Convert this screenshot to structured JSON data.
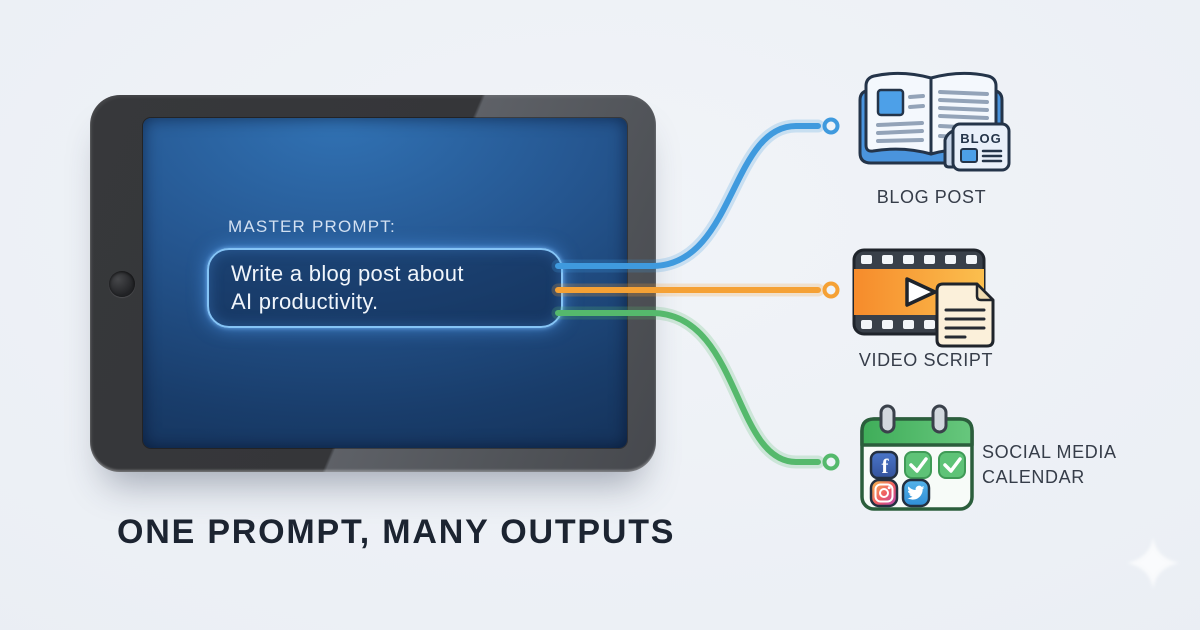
{
  "title": "ONE PROMPT, MANY OUTPUTS",
  "tablet": {
    "prompt_label": "MASTER PROMPT:",
    "prompt": {
      "line1": "Write a blog post about",
      "line2": "AI productivity."
    }
  },
  "outputs": [
    {
      "label": "BLOG POST",
      "icon": "blog-post-book-icon",
      "badge": "BLOG",
      "connector_color": "#3f9ade"
    },
    {
      "label": "VIDEO SCRIPT",
      "icon": "video-film-document-icon",
      "connector_color": "#f5a135"
    },
    {
      "label": "SOCIAL MEDIA CALENDAR",
      "icon": "social-calendar-icon",
      "connector_color": "#55b96c"
    }
  ],
  "colors": {
    "background": "#edf0f5",
    "screen_top": "#3172b4",
    "screen_bottom": "#132e53",
    "bezel": "#37383b",
    "prompt_box_border": "#85c4f6",
    "title_text": "#1c2431",
    "label_text": "#363d49"
  }
}
